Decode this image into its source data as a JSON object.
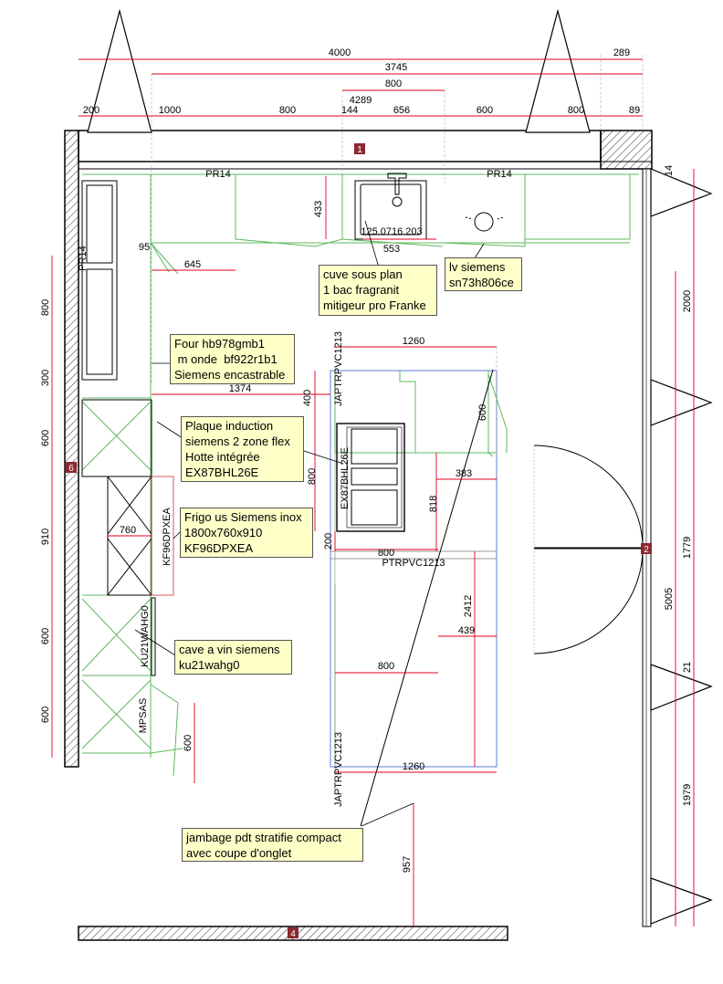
{
  "dimensions": {
    "top_overall": "4000",
    "top_right_extra": "289",
    "top_interior": "3745",
    "top_800_a": "800",
    "top_4289": "4289",
    "top_chain": [
      "200",
      "1000",
      "800",
      "144",
      "656",
      "600",
      "800",
      "89"
    ],
    "right_14": "14",
    "right_2000": "2000",
    "right_1779": "1779",
    "right_5005": "5005",
    "right_21": "21",
    "right_1979": "1979",
    "left_chain": [
      "800",
      "300",
      "600",
      "910",
      "600",
      "600"
    ],
    "sink_433": "433",
    "sink_553": "553",
    "d_95": "95",
    "d_645": "645",
    "island_1260_top": "1260",
    "island_1374": "1374",
    "island_400": "400",
    "island_600": "600",
    "island_383": "383",
    "island_800_v": "800",
    "island_818": "818",
    "island_760": "760",
    "island_200": "200",
    "island_800_h": "800",
    "island_2412": "2412",
    "island_439": "439",
    "island_800_low": "800",
    "island_1260_bottom": "1260",
    "wine_600": "600",
    "bottom_957": "957"
  },
  "labels": {
    "pr14_left": "PR14",
    "pr14_right": "PR14",
    "pr14_vertical": "PR14",
    "sink_ref": "125.0716.203",
    "hob_ref": "EX87BHL26E",
    "fridge_ref": "KF96DPXEA",
    "wine_ref": "KU21WAHG0",
    "mpsas": "MPSAS",
    "japtr_top": "JAPTRPVC1213",
    "ptrpvc": "PTRPVC1213",
    "japtr_bottom": "JAPTRPVC1213"
  },
  "markers": {
    "wall_1": "1",
    "wall_2": "2",
    "wall_4": "4",
    "wall_6": "6"
  },
  "notes": {
    "cuve": "cuve sous plan\n1 bac fragranit\nmitigeur pro Franke",
    "lv": "lv siemens\nsn73h806ce",
    "four": "Four hb978gmb1\n m onde  bf922r1b1\nSiemens encastrable",
    "plaque": "Plaque induction\nsiemens 2 zone flex\nHotte intégrée\nEX87BHL26E",
    "frigo": "Frigo us Siemens inox\n1800x760x910\nKF96DPXEA",
    "cave": "cave a vin siemens\nku21wahg0",
    "jambage": "jambage pdt stratifie compact\navec coupe d'onglet"
  },
  "colors": {
    "dimension": "#e0001b",
    "cabinet": "#5fb85f",
    "island_outline": "#5b7fd0",
    "wall": "#000000",
    "note_fill": "#ffffc8"
  }
}
